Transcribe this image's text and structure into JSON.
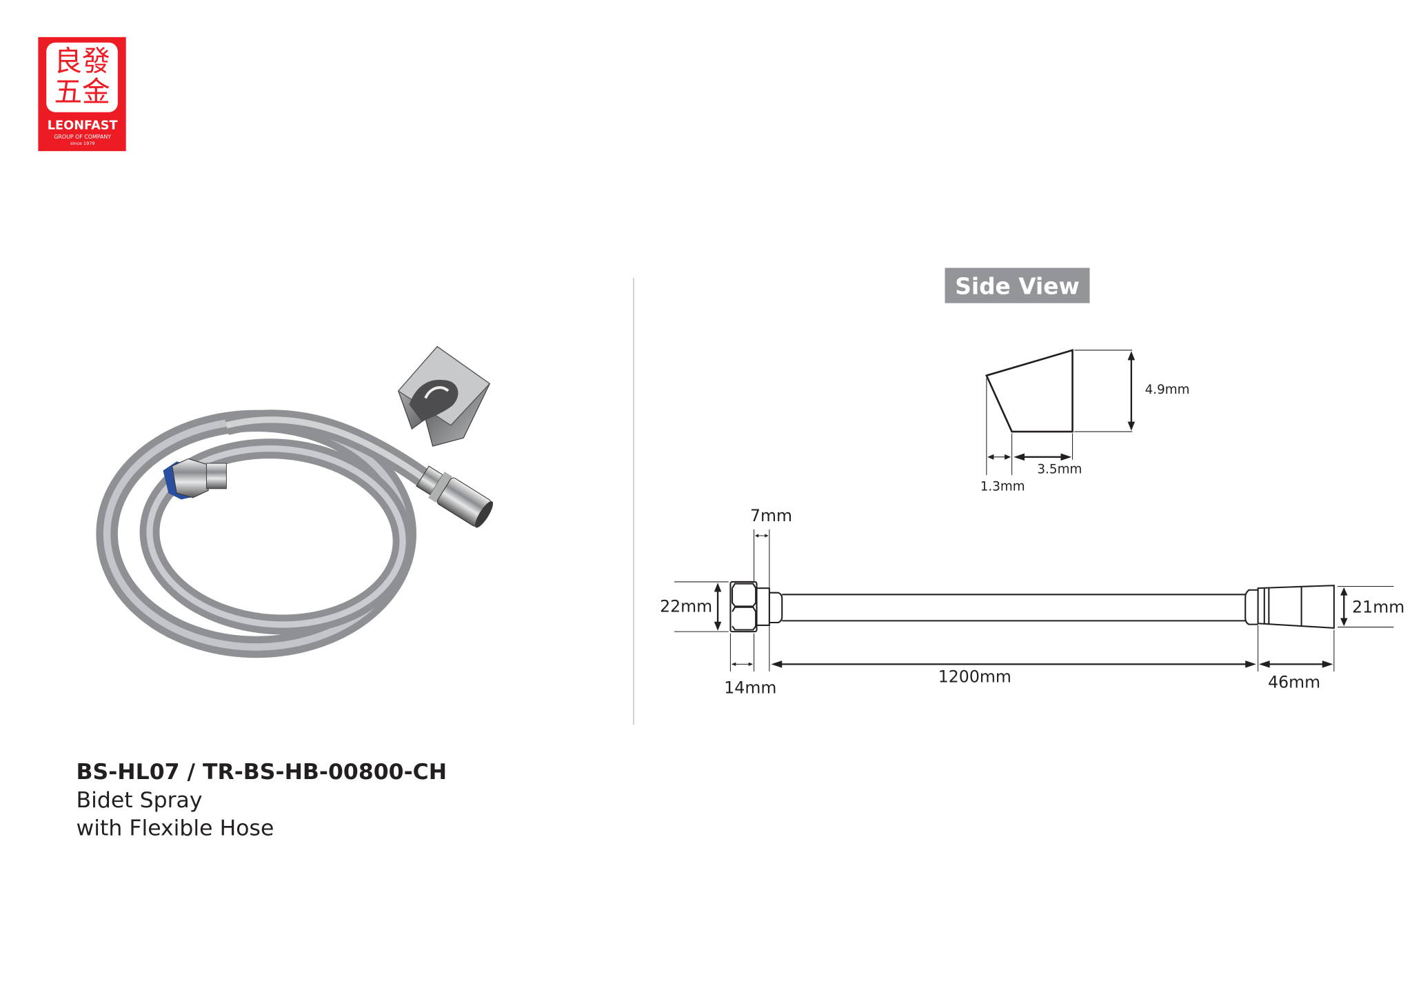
{
  "brand": {
    "name": "LEONFAST",
    "tagline": "GROUP OF COMPANY",
    "since": "since 1979",
    "chinese_chars": "良發五金",
    "color": "#ed1c24"
  },
  "product": {
    "code": "BS-HL07 / TR-BS-HB-00800-CH",
    "name_line1": "Bidet Spray",
    "name_line2": "with Flexible Hose"
  },
  "side_view": {
    "title": "Side View",
    "height_label": "4.9mm",
    "depth_label": "3.5mm",
    "offset_label": "1.3mm"
  },
  "hose_drawing": {
    "nut_width_label": "7mm",
    "nut_height_label": "22mm",
    "nut_length_label": "14mm",
    "hose_length_label": "1200mm",
    "head_length_label": "46mm",
    "head_diameter_label": "21mm"
  },
  "colors": {
    "label_bg": "#939598",
    "line": "#231f20",
    "hose": "#a7a9ac"
  }
}
